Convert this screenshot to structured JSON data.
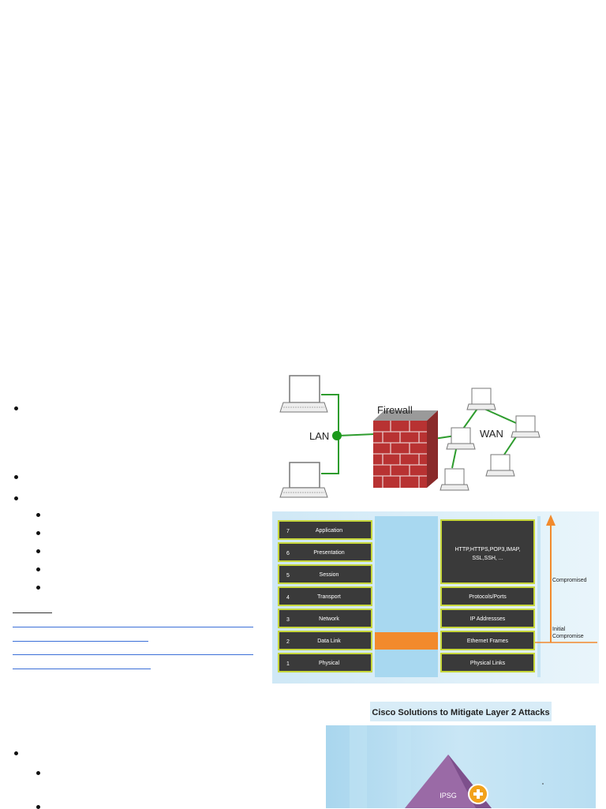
{
  "firewall_diagram": {
    "firewall_label": "Firewall",
    "lan_label": "LAN",
    "wan_label": "WAN"
  },
  "osi_diagram": {
    "layers": [
      {
        "num": "7",
        "name": "Application"
      },
      {
        "num": "6",
        "name": "Presentation"
      },
      {
        "num": "5",
        "name": "Session"
      },
      {
        "num": "4",
        "name": "Transport"
      },
      {
        "num": "3",
        "name": "Network"
      },
      {
        "num": "2",
        "name": "Data Link"
      },
      {
        "num": "1",
        "name": "Physical"
      }
    ],
    "protocols": {
      "upper": [
        "HTTP,HTTPS,POP3,IMAP,",
        "SSL,SSH, ..."
      ],
      "transport": "Protocols/Ports",
      "network": "IP Addressses",
      "datalink": "Ethernet Frames",
      "physical": "Physical Links"
    },
    "compromised_label": "Compromised",
    "initial_label_line1": "Initial",
    "initial_label_line2": "Compromise"
  },
  "cisco_diagram": {
    "title": "Cisco Solutions to Mitigate Layer 2 Attacks",
    "ipsg_label": "IPSG"
  }
}
